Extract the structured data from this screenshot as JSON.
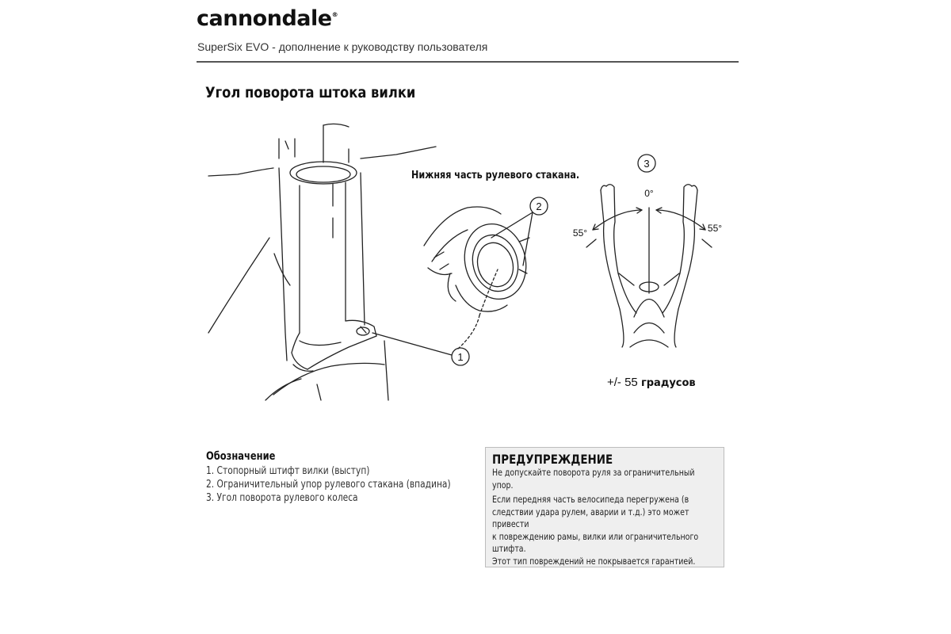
{
  "header": {
    "brand": "cannondale",
    "brand_mark": "®",
    "subtitle": "SuperSix EVO - дополнение к руководству пользователя"
  },
  "section": {
    "heading": "Угол поворота штока вилки"
  },
  "figure": {
    "callout_label": "Нижняя часть рулевого стакана.",
    "marker_1": "1",
    "marker_2": "2",
    "marker_3": "3",
    "angle_center": "0°",
    "angle_left": "55°",
    "angle_right": "55°",
    "degrees_value": "+/- 55",
    "degrees_unit": "градусов"
  },
  "legend": {
    "title": "Обозначение",
    "items": [
      "1. Стопорный штифт вилки (выступ)",
      "2. Ограничительный упор рулевого стакана (впадина)",
      "3. Угол поворота рулевого колеса"
    ]
  },
  "warning": {
    "title": "ПРЕДУПРЕЖДЕНИЕ",
    "lines": [
      "Не допускайте поворота руля за ограничительный",
      "упор.",
      "Если передняя часть велосипеда перегружена (в",
      "следствии удара рулем, аварии и т.д.) это может привести",
      "к повреждению рамы, вилки или ограничительного",
      "штифта.",
      "Этот тип повреждений не покрывается гарантией."
    ]
  }
}
